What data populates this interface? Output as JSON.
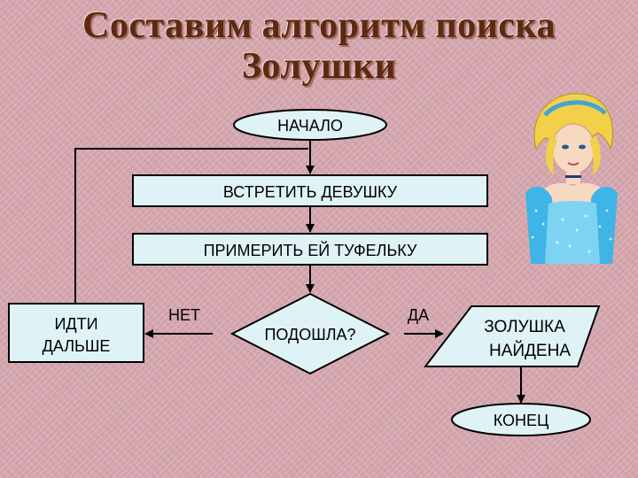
{
  "title": {
    "line1": "Составим алгоритм поиска",
    "line2": "Золушки"
  },
  "flowchart": {
    "start": "НАЧАЛО",
    "step1": "ВСТРЕТИТЬ ДЕВУШКУ",
    "step2": "ПРИМЕРИТЬ ЕЙ ТУФЕЛЬКУ",
    "decision": "ПОДОШЛА?",
    "no_label": "НЕТ",
    "yes_label": "ДА",
    "left_action_line1": "ИДТИ",
    "left_action_line2": "ДАЛЬШЕ",
    "output_line1": "ЗОЛУШКА",
    "output_line2": "НАЙДЕНА",
    "end": "КОНЕЦ"
  },
  "colors": {
    "background": "#d9a9b1",
    "shape_fill": "#dff3f6",
    "title_color": "#5b2a12"
  },
  "illustration": "cinderella-picture"
}
